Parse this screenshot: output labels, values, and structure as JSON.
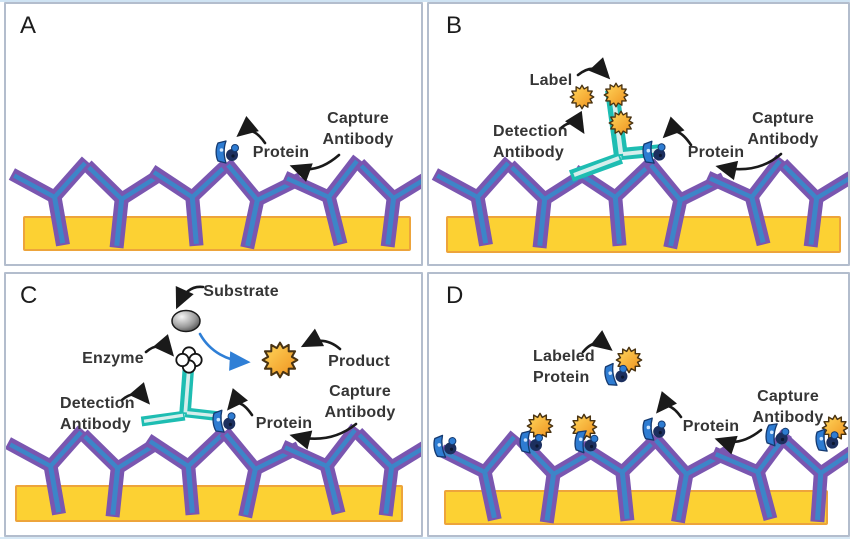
{
  "figure_type": "ELISA immunoassay diagram, four panels",
  "panels": [
    {
      "letter": "A",
      "labels": {
        "protein": "Protein",
        "capture_antibody": "Capture\nAntibody"
      }
    },
    {
      "letter": "B",
      "labels": {
        "label": "Label",
        "detection_antibody": "Detection\nAntibody",
        "protein": "Protein",
        "capture_antibody": "Capture\nAntibody"
      }
    },
    {
      "letter": "C",
      "labels": {
        "substrate": "Substrate",
        "enzyme": "Enzyme",
        "product": "Product",
        "detection_antibody": "Detection\nAntibody",
        "protein": "Protein",
        "capture_antibody": "Capture\nAntibody"
      }
    },
    {
      "letter": "D",
      "labels": {
        "labeled_protein": "Labeled\nProtein",
        "protein": "Protein",
        "capture_antibody": "Capture\nAntibody"
      }
    }
  ],
  "colors": {
    "capture_antibody_purple": "#7a56b0",
    "antibody_stripe_blue": "#3d85c8",
    "detection_antibody_teal": "#1ebdb2",
    "detection_stripe_light": "#d6eeec",
    "surface_yellow": "#fcd133",
    "surface_border_orange": "#eda43b",
    "label_star_orange": "#f5a623",
    "protein_blue": "#2e7cd2",
    "protein_dark_navy": "#1c2f5e",
    "arrow_black": "#1a1a1a",
    "product_arrow_blue": "#2f7fd6",
    "panel_border": "#b3bdcd"
  },
  "icons": {
    "capture_antibody_icon": "purple Y-shaped antibody on surface",
    "detection_antibody_icon": "teal Y-shaped antibody",
    "label_icon": "orange starburst",
    "protein_icon": "blue protein blob",
    "enzyme_icon": "four-lobe clover",
    "substrate_icon": "gray sphere",
    "product_icon": "large orange starburst",
    "surface_icon": "yellow assay plate bar"
  }
}
